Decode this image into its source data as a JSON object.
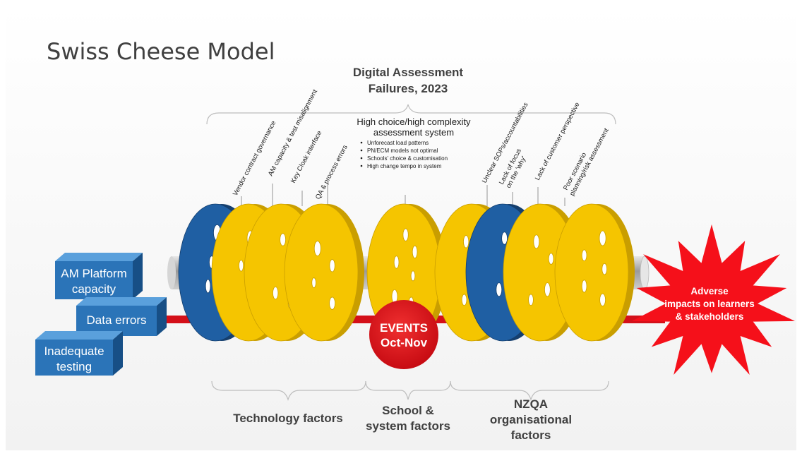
{
  "title": "Swiss Cheese Model",
  "header": {
    "line1": "Digital Assessment",
    "line2": "Failures, 2023"
  },
  "system_box": {
    "line1": "High choice/high complexity",
    "line2": "assessment system",
    "bullets": [
      "Unforecast load patterns",
      "PN/ECM models not optimal",
      "Schools' choice & customisation",
      "High change tempo in system"
    ]
  },
  "slice_labels": [
    "Vendor contract governance",
    "AM capacity & test misalignment",
    "Key Cloak interface",
    "QA & process errors",
    "Unclear SOPs/accountabilities",
    "Lack of focus",
    "on the 'why'",
    "Lack of customer perspective",
    "Poor scenario",
    "planning/risk assessment"
  ],
  "hazards": [
    {
      "line1": "AM Platform",
      "line2": "capacity"
    },
    {
      "line1": "Data errors",
      "line2": ""
    },
    {
      "line1": "Inadequate",
      "line2": "testing"
    }
  ],
  "events": {
    "line1": "EVENTS",
    "line2": "Oct-Nov"
  },
  "outcome": {
    "line1": "Adverse",
    "line2": "impacts on learners",
    "line3": "& stakeholders"
  },
  "groups": [
    {
      "lines": [
        "Technology factors"
      ]
    },
    {
      "lines": [
        "School &",
        "system factors"
      ]
    },
    {
      "lines": [
        "NZQA",
        "organisational",
        "factors"
      ]
    }
  ],
  "colors": {
    "yellow": "#f5c500",
    "blue": "#1f5fa3",
    "red": "#e0121a",
    "hazard_box": "#2b74b8",
    "grey_text": "#404040"
  }
}
